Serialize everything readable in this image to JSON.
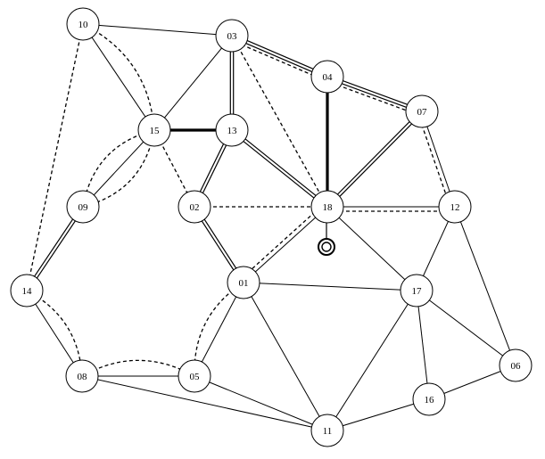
{
  "diagram": {
    "nodes": [
      {
        "id": "10",
        "label": "10"
      },
      {
        "id": "03",
        "label": "03"
      },
      {
        "id": "04",
        "label": "04"
      },
      {
        "id": "07",
        "label": "07"
      },
      {
        "id": "15",
        "label": "15"
      },
      {
        "id": "13",
        "label": "13"
      },
      {
        "id": "09",
        "label": "09"
      },
      {
        "id": "02",
        "label": "02"
      },
      {
        "id": "18",
        "label": "18"
      },
      {
        "id": "12",
        "label": "12"
      },
      {
        "id": "14",
        "label": "14"
      },
      {
        "id": "01",
        "label": "01"
      },
      {
        "id": "17",
        "label": "17"
      },
      {
        "id": "08",
        "label": "08"
      },
      {
        "id": "05",
        "label": "05"
      },
      {
        "id": "06",
        "label": "06"
      },
      {
        "id": "16",
        "label": "16"
      },
      {
        "id": "11",
        "label": "11"
      }
    ],
    "edges": [
      {
        "from": "10",
        "to": "03",
        "style": "thin"
      },
      {
        "from": "10",
        "to": "15",
        "style": "thin"
      },
      {
        "from": "10",
        "to": "15",
        "style": "dashed-curve"
      },
      {
        "from": "10",
        "to": "14",
        "style": "dashed"
      },
      {
        "from": "03",
        "to": "04",
        "style": "double"
      },
      {
        "from": "03",
        "to": "04",
        "style": "dashed"
      },
      {
        "from": "03",
        "to": "15",
        "style": "thin"
      },
      {
        "from": "03",
        "to": "13",
        "style": "double"
      },
      {
        "from": "03",
        "to": "18",
        "style": "dashed"
      },
      {
        "from": "04",
        "to": "07",
        "style": "double"
      },
      {
        "from": "04",
        "to": "07",
        "style": "dashed"
      },
      {
        "from": "04",
        "to": "18",
        "style": "heavy"
      },
      {
        "from": "07",
        "to": "18",
        "style": "double"
      },
      {
        "from": "07",
        "to": "12",
        "style": "thin"
      },
      {
        "from": "07",
        "to": "12",
        "style": "dashed"
      },
      {
        "from": "15",
        "to": "13",
        "style": "heavy"
      },
      {
        "from": "15",
        "to": "09",
        "style": "thin"
      },
      {
        "from": "15",
        "to": "09",
        "style": "dashed-curve-left"
      },
      {
        "from": "15",
        "to": "09",
        "style": "dashed-curve-right"
      },
      {
        "from": "15",
        "to": "02",
        "style": "dashed"
      },
      {
        "from": "13",
        "to": "02",
        "style": "double"
      },
      {
        "from": "13",
        "to": "18",
        "style": "double"
      },
      {
        "from": "02",
        "to": "18",
        "style": "dashed"
      },
      {
        "from": "02",
        "to": "01",
        "style": "double"
      },
      {
        "from": "18",
        "to": "12",
        "style": "thin"
      },
      {
        "from": "18",
        "to": "12",
        "style": "dashed"
      },
      {
        "from": "18",
        "to": "01",
        "style": "thin"
      },
      {
        "from": "18",
        "to": "01",
        "style": "dashed"
      },
      {
        "from": "18",
        "to": "17",
        "style": "thin"
      },
      {
        "from": "12",
        "to": "17",
        "style": "thin"
      },
      {
        "from": "12",
        "to": "06",
        "style": "thin"
      },
      {
        "from": "09",
        "to": "14",
        "style": "double"
      },
      {
        "from": "14",
        "to": "08",
        "style": "thin"
      },
      {
        "from": "14",
        "to": "08",
        "style": "dashed-curve"
      },
      {
        "from": "01",
        "to": "17",
        "style": "thin"
      },
      {
        "from": "01",
        "to": "05",
        "style": "thin"
      },
      {
        "from": "01",
        "to": "05",
        "style": "dashed-curve"
      },
      {
        "from": "01",
        "to": "11",
        "style": "thin"
      },
      {
        "from": "17",
        "to": "11",
        "style": "thin"
      },
      {
        "from": "17",
        "to": "16",
        "style": "thin"
      },
      {
        "from": "17",
        "to": "06",
        "style": "thin"
      },
      {
        "from": "08",
        "to": "05",
        "style": "thin"
      },
      {
        "from": "08",
        "to": "05",
        "style": "dashed-curve"
      },
      {
        "from": "08",
        "to": "11",
        "style": "thin"
      },
      {
        "from": "05",
        "to": "11",
        "style": "thin"
      },
      {
        "from": "16",
        "to": "06",
        "style": "thin"
      },
      {
        "from": "16",
        "to": "11",
        "style": "thin"
      }
    ]
  }
}
